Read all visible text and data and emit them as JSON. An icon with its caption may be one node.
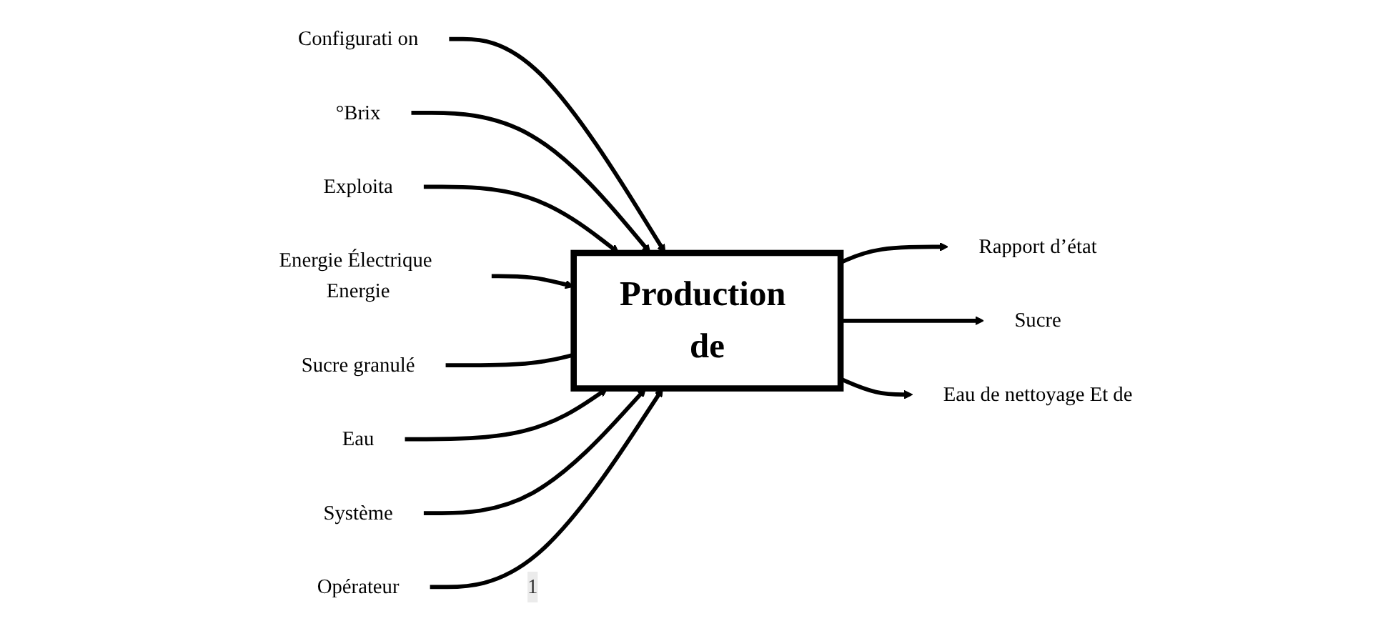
{
  "diagram": {
    "nodes": [
      {
        "text": [
          "Configurati on"
        ]
      },
      {
        "text": [
          "°Brix"
        ]
      },
      {
        "text": [
          "Exploita"
        ]
      },
      {
        "text": [
          "Energie Électrique Energie"
        ]
      },
      {
        "text": [
          "Sucre granulé"
        ]
      },
      {
        "text": [
          "Eau"
        ]
      },
      {
        "text": [
          "Production de"
        ]
      },
      {
        "text": [
          "Rapport d’état"
        ]
      },
      {
        "text": [
          "Sucre"
        ]
      },
      {
        "text": [
          "Eau de nettoyage Et de"
        ]
      },
      {
        "text": [
          "Système"
        ]
      },
      {
        "text": [
          "Opérateur"
        ]
      }
    ],
    "edges": [
      {
        "from": 0,
        "to": 6,
        "arrow": "to"
      },
      {
        "from": 1,
        "to": 6,
        "arrow": "to"
      },
      {
        "from": 2,
        "to": 6,
        "arrow": "to"
      },
      {
        "from": 3,
        "to": 6,
        "arrow": "to"
      },
      {
        "from": 4,
        "to": 6,
        "arrow": "none"
      },
      {
        "from": 5,
        "to": 6,
        "arrow": "to"
      },
      {
        "from": 6,
        "to": 7,
        "arrow": "to"
      },
      {
        "from": 6,
        "to": 8,
        "arrow": "to"
      },
      {
        "from": 6,
        "to": 9,
        "arrow": "to"
      },
      {
        "from": 10,
        "to": 6,
        "arrow": "to"
      },
      {
        "from": 11,
        "to": 6,
        "arrow": "to",
        "label": "1"
      }
    ]
  }
}
